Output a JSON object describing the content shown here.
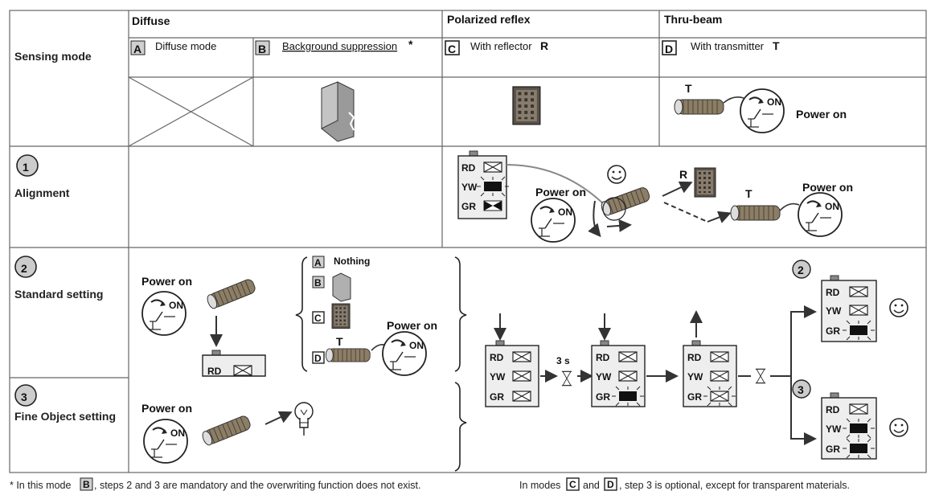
{
  "header": {
    "diffuse": "Diffuse",
    "polarized": "Polarized reflex",
    "thru_beam": "Thru-beam"
  },
  "modes": [
    {
      "letter": "A",
      "label": "Diffuse mode"
    },
    {
      "letter": "B",
      "label": "Background suppression",
      "mark": "*"
    },
    {
      "letter": "C",
      "label": "With reflector",
      "key": "R"
    },
    {
      "letter": "D",
      "label": "With transmitter",
      "key": "T"
    }
  ],
  "rows": {
    "sensing_mode": "Sensing mode",
    "alignment": {
      "num": "1",
      "label": "Alignment"
    },
    "standard": {
      "num": "2",
      "label": "Standard setting"
    },
    "fine": {
      "num": "3",
      "label": "Fine Object setting"
    }
  },
  "labels": {
    "power_on": "Power on",
    "on": "ON",
    "t": "T",
    "r": "R",
    "nothing": "Nothing",
    "rd": "RD",
    "yw": "YW",
    "gr": "GR",
    "wait": "3 s",
    "step2": "2",
    "step3": "3"
  },
  "footnotes": {
    "left_pre": "* In this mode",
    "left_box": "B",
    "left_post": ", steps 2 and 3 are mandatory and the overwriting function does not exist.",
    "right_pre": "In modes",
    "right_box1": "C",
    "right_mid": "and",
    "right_box2": "D",
    "right_post": ", step 3 is optional, except for transparent materials."
  },
  "icons": [
    "smiley-icon",
    "hourglass-icon",
    "bulb-icon",
    "switch-icon",
    "sensor-icon",
    "reflector-icon"
  ]
}
